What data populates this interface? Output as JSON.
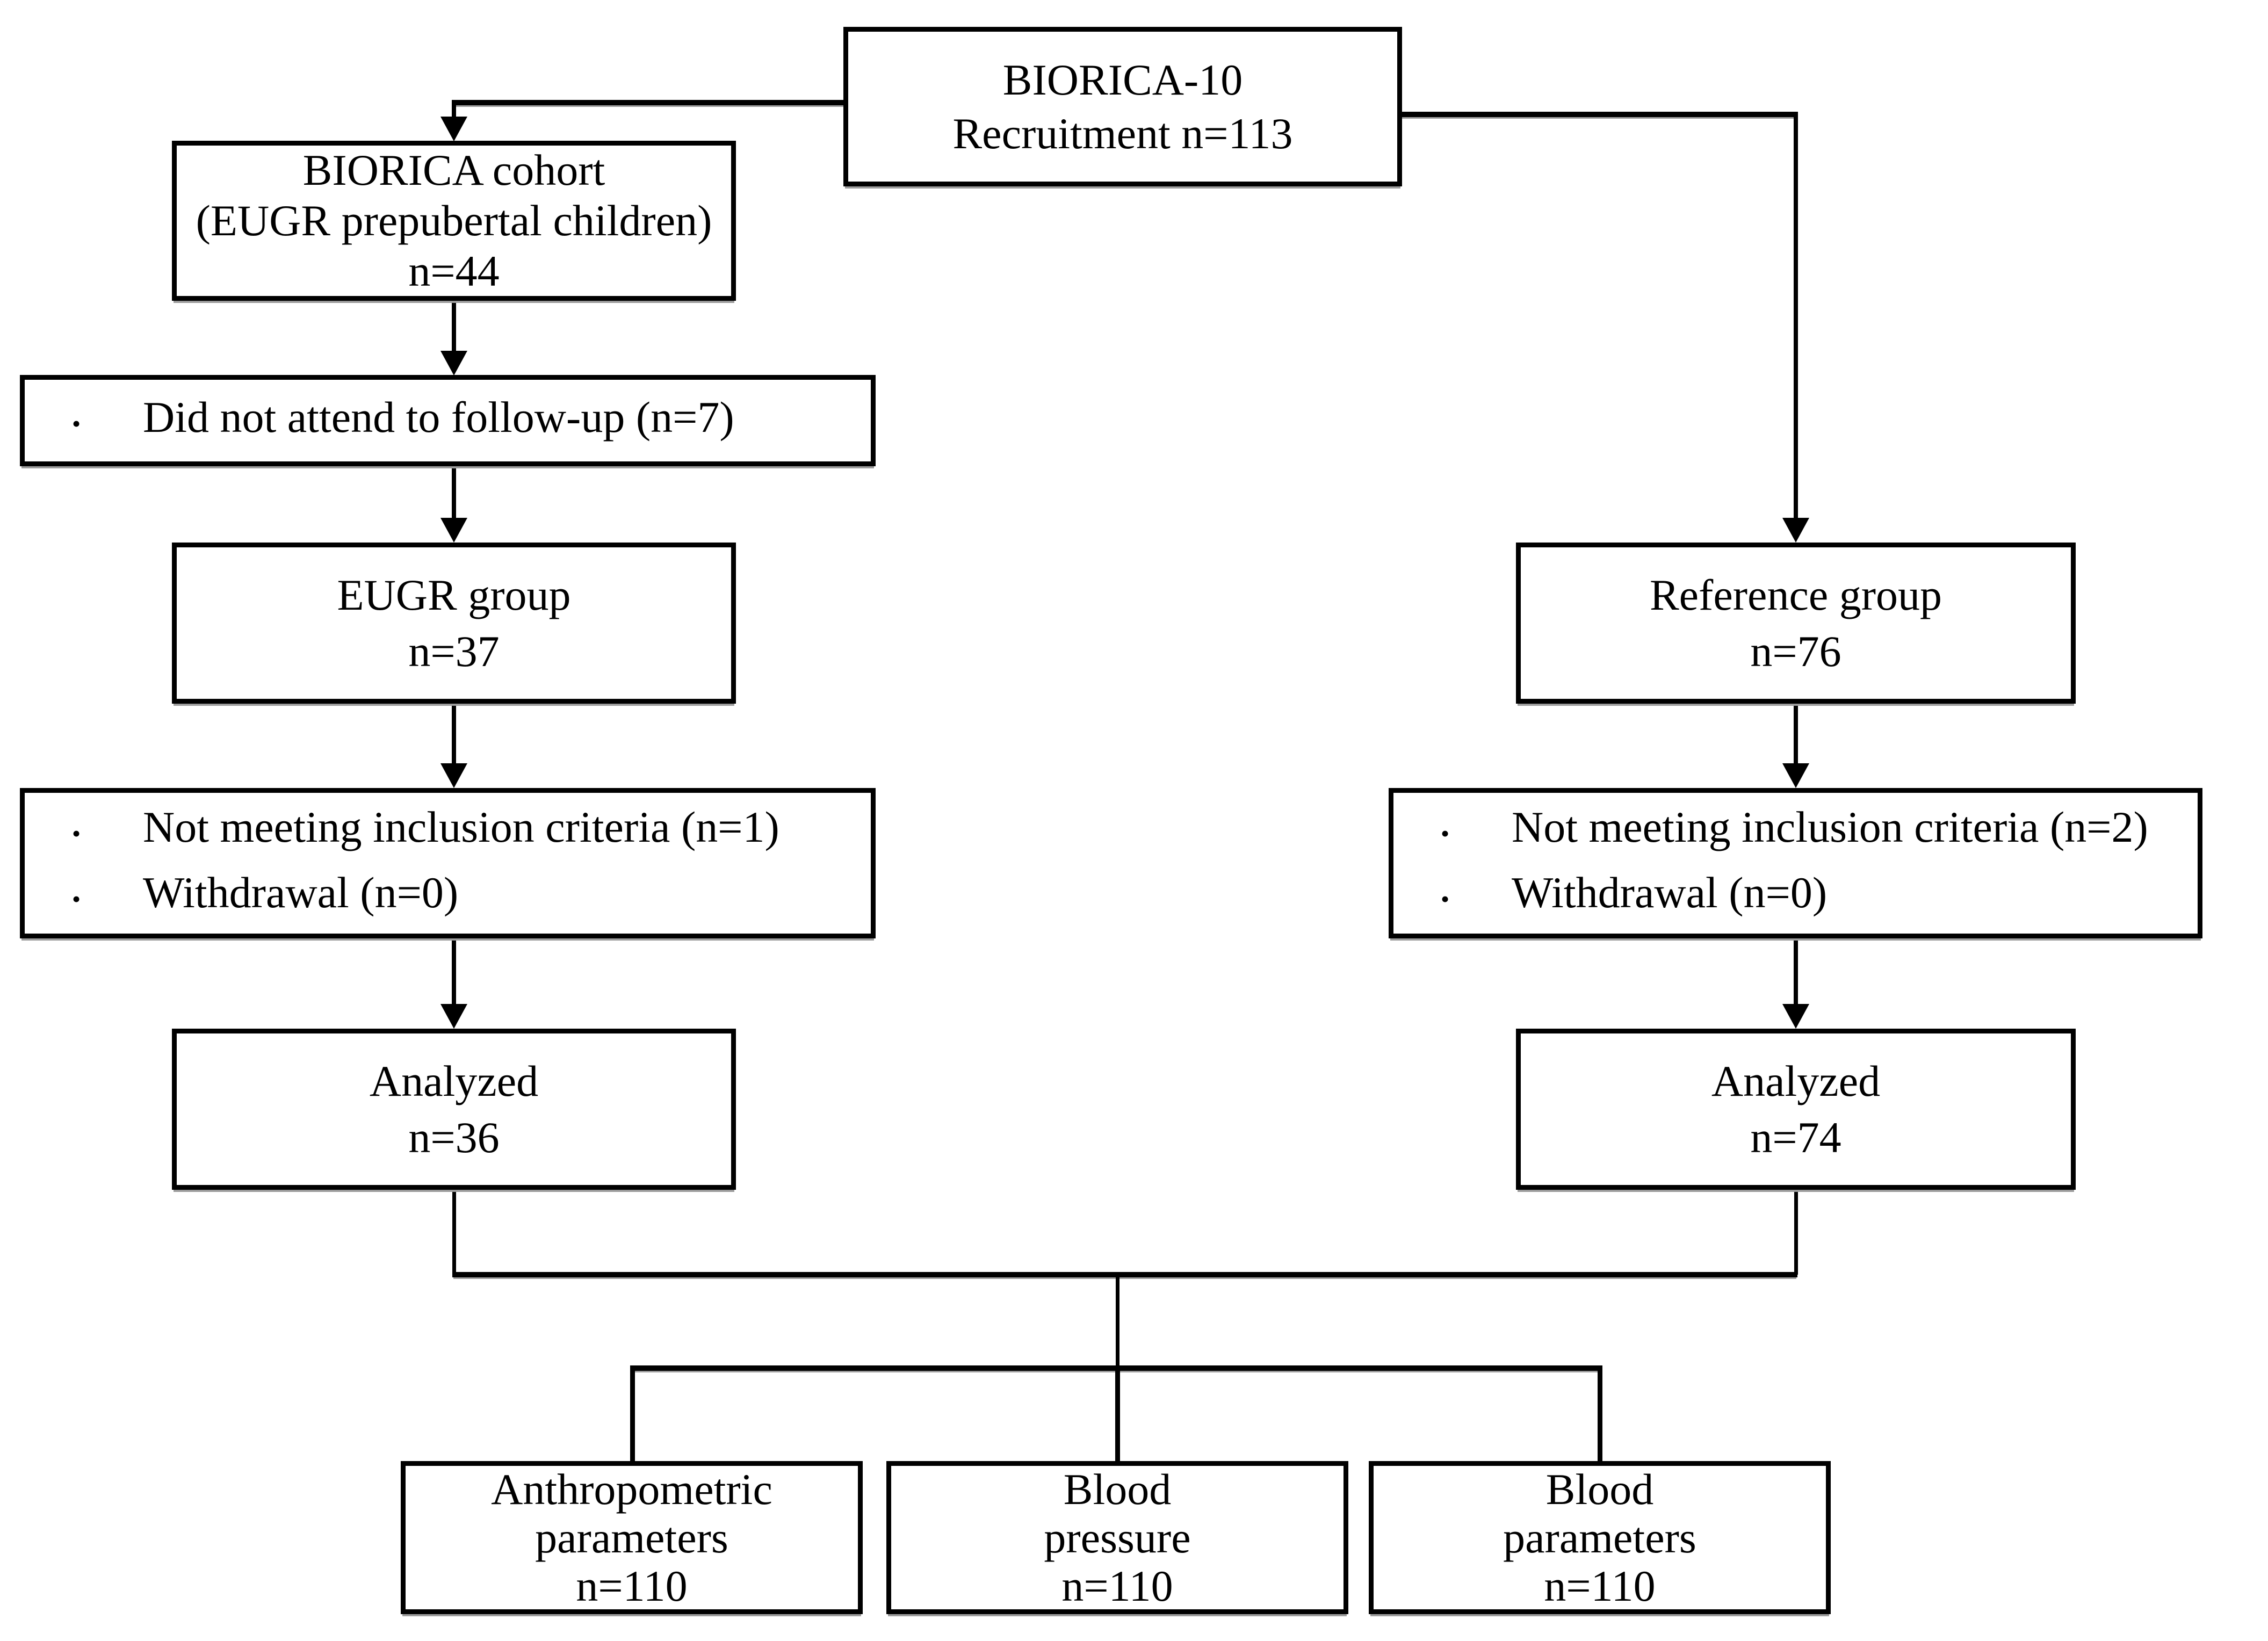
{
  "figure": {
    "type": "flow-diagram",
    "background": "#ffffff",
    "line_color": "#000000",
    "text_color": "#000000",
    "bullet": "•",
    "nodes": {
      "recruitment": {
        "lines": [
          "BIORICA-10",
          "Recruitment n=113"
        ]
      },
      "biorica_cohort": {
        "lines": [
          "BIORICA cohort",
          "(EUGR prepubertal children)",
          "n=44"
        ]
      },
      "did_not_attend": {
        "items": [
          "Did not attend to follow-up (n=7)"
        ]
      },
      "eugr_group": {
        "lines": [
          "EUGR group",
          "n=37"
        ]
      },
      "eugr_exclusions": {
        "items": [
          "Not meeting inclusion criteria (n=1)",
          "Withdrawal (n=0)"
        ]
      },
      "analyzed_eugr": {
        "lines": [
          "Analyzed",
          "n=36"
        ]
      },
      "reference_group": {
        "lines": [
          "Reference group",
          "n=76"
        ]
      },
      "reference_exclusions": {
        "items": [
          "Not meeting inclusion criteria (n=2)",
          "Withdrawal (n=0)"
        ]
      },
      "analyzed_reference": {
        "lines": [
          "Analyzed",
          "n=74"
        ]
      },
      "anthropometric": {
        "lines": [
          "Anthropometric",
          "parameters",
          "n=110"
        ]
      },
      "blood_pressure": {
        "lines": [
          "Blood",
          "pressure",
          "n=110"
        ]
      },
      "blood_parameters": {
        "lines": [
          "Blood",
          "parameters",
          "n=110"
        ]
      }
    }
  }
}
